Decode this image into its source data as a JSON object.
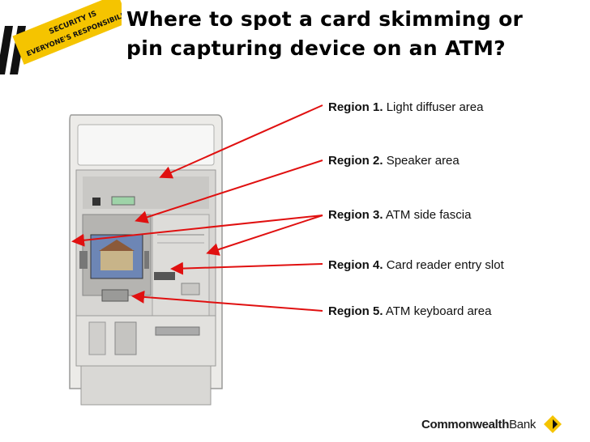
{
  "badge": {
    "line1": "SECURITY IS",
    "line2": "EVERYONE'S RESPONSIBILITY"
  },
  "title": {
    "line1": "Where to spot a card skimming or",
    "line2": "pin capturing device on an ATM?"
  },
  "regions": [
    {
      "label": "Region 1.",
      "text": "Light diffuser area"
    },
    {
      "label": "Region 2.",
      "text": "Speaker area"
    },
    {
      "label": "Region 3.",
      "text": "ATM side fascia"
    },
    {
      "label": "Region 4.",
      "text": "Card reader entry slot"
    },
    {
      "label": "Region 5.",
      "text": "ATM keyboard area"
    }
  ],
  "logo": {
    "bold": "Commonwealth",
    "regular": "Bank"
  },
  "colors": {
    "brand_yellow": "#f5c400",
    "arrow_red": "#e01010",
    "atm_body": "#e8e8e6",
    "atm_panel": "#bdbdbb"
  }
}
